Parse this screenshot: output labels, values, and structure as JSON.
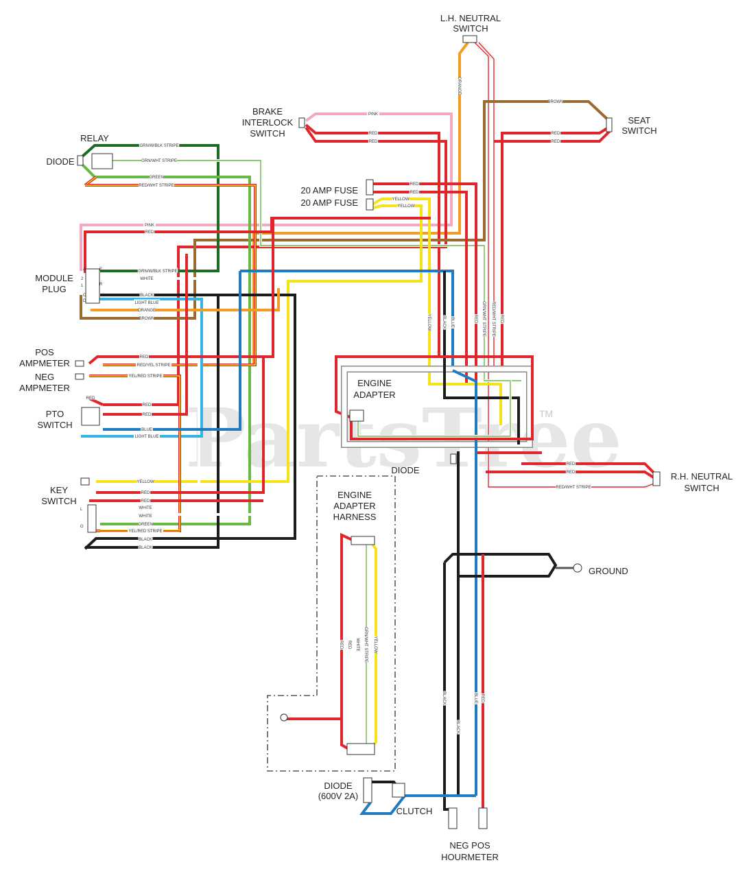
{
  "watermark": {
    "text": "PartsTree",
    "trademark": "TM"
  },
  "components": {
    "lh_neutral_switch": [
      "L.H. NEUTRAL",
      "SWITCH"
    ],
    "brake_interlock_switch": [
      "BRAKE",
      "INTERLOCK",
      "SWITCH"
    ],
    "seat_switch": [
      "SEAT",
      "SWITCH"
    ],
    "relay": "RELAY",
    "diode": "DIODE",
    "fuse_1": "20 AMP FUSE",
    "fuse_2": "20 AMP FUSE",
    "module_plug": [
      "MODULE",
      "PLUG"
    ],
    "pos_ampmeter": [
      "POS",
      "AMPMETER"
    ],
    "neg_ampmeter": [
      "NEG",
      "AMPMETER"
    ],
    "pto_switch": [
      "PTO",
      "SWITCH"
    ],
    "engine_adapter": [
      "ENGINE",
      "ADAPTER"
    ],
    "engine_diode": "DIODE",
    "rh_neutral_switch": [
      "R.H. NEUTRAL",
      "SWITCH"
    ],
    "key_switch": [
      "KEY",
      "SWITCH"
    ],
    "engine_adapter_harness": [
      "ENGINE",
      "ADAPTER",
      "HARNESS"
    ],
    "ground": "GROUND",
    "clutch_diode": [
      "DIODE",
      "(600V 2A)"
    ],
    "clutch": "CLUTCH",
    "hourmeter": [
      "NEG  POS",
      "HOURMETER"
    ]
  },
  "wire_labels": {
    "pink": "PINK",
    "red": "RED",
    "brown": "BROWN",
    "orange": "ORANGE",
    "green": "GREEN",
    "grn_blk_stripe": "GRN/W/BLK STRIPE",
    "grn_wht_stripe": "GRN/WHT STRIPE",
    "red_wht_stripe": "RED/WHT STRIPE",
    "red_yel_stripe": "RED/YEL STRIPE",
    "yel_red_stripe": "YEL/RED STRIPE",
    "yellow": "YELLOW",
    "white": "WHITE",
    "black": "BLACK",
    "blue": "BLUE",
    "light_blue": "LIGHT BLUE"
  },
  "module_pins": [
    "A",
    "E",
    "2",
    "1",
    "R",
    "C",
    "D"
  ],
  "key_pins": [
    "L",
    "G"
  ],
  "colors": {
    "red": "#e0252b",
    "pink": "#f2a7c4",
    "orange": "#f29b25",
    "brown": "#9a6a2e",
    "green": "#67b846",
    "dark_green": "#1d6a23",
    "yellow": "#f5e21b",
    "blue": "#1f7bc1",
    "light_blue": "#33b4e5",
    "black": "#1c1c1c",
    "white_wire": "#ffffff",
    "outline": "#444444"
  }
}
